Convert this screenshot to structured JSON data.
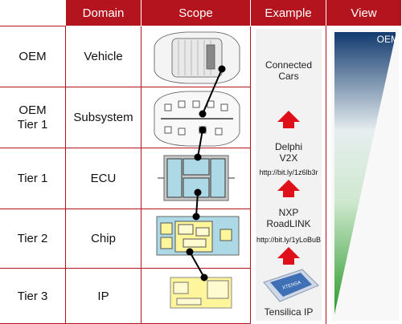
{
  "headers": {
    "domain": "Domain",
    "scope": "Scope",
    "example": "Example",
    "view": "View"
  },
  "rows": [
    {
      "tier": "OEM",
      "domain": "Vehicle"
    },
    {
      "tier": "OEM\nTier 1",
      "domain": "Subsystem"
    },
    {
      "tier": "Tier 1",
      "domain": "ECU"
    },
    {
      "tier": "Tier 2",
      "domain": "Chip"
    },
    {
      "tier": "Tier 3",
      "domain": "IP"
    }
  ],
  "examples": {
    "connected": "Connected\nCars",
    "delphi": "Delphi\nV2X",
    "delphi_url": "http://bit.ly/1z6lb3r",
    "nxp": "NXP\nRoadLINK",
    "nxp_url": "http://bit.ly/1yLoBuB",
    "tensilica": "Tensilica IP",
    "chip_label": "XTENSA"
  },
  "view": {
    "label": "OEM"
  },
  "colors": {
    "accent": "#b3141e",
    "arrow": "#e0101a",
    "view_top": "#123a6e",
    "view_bottom": "#2a9a2a"
  }
}
